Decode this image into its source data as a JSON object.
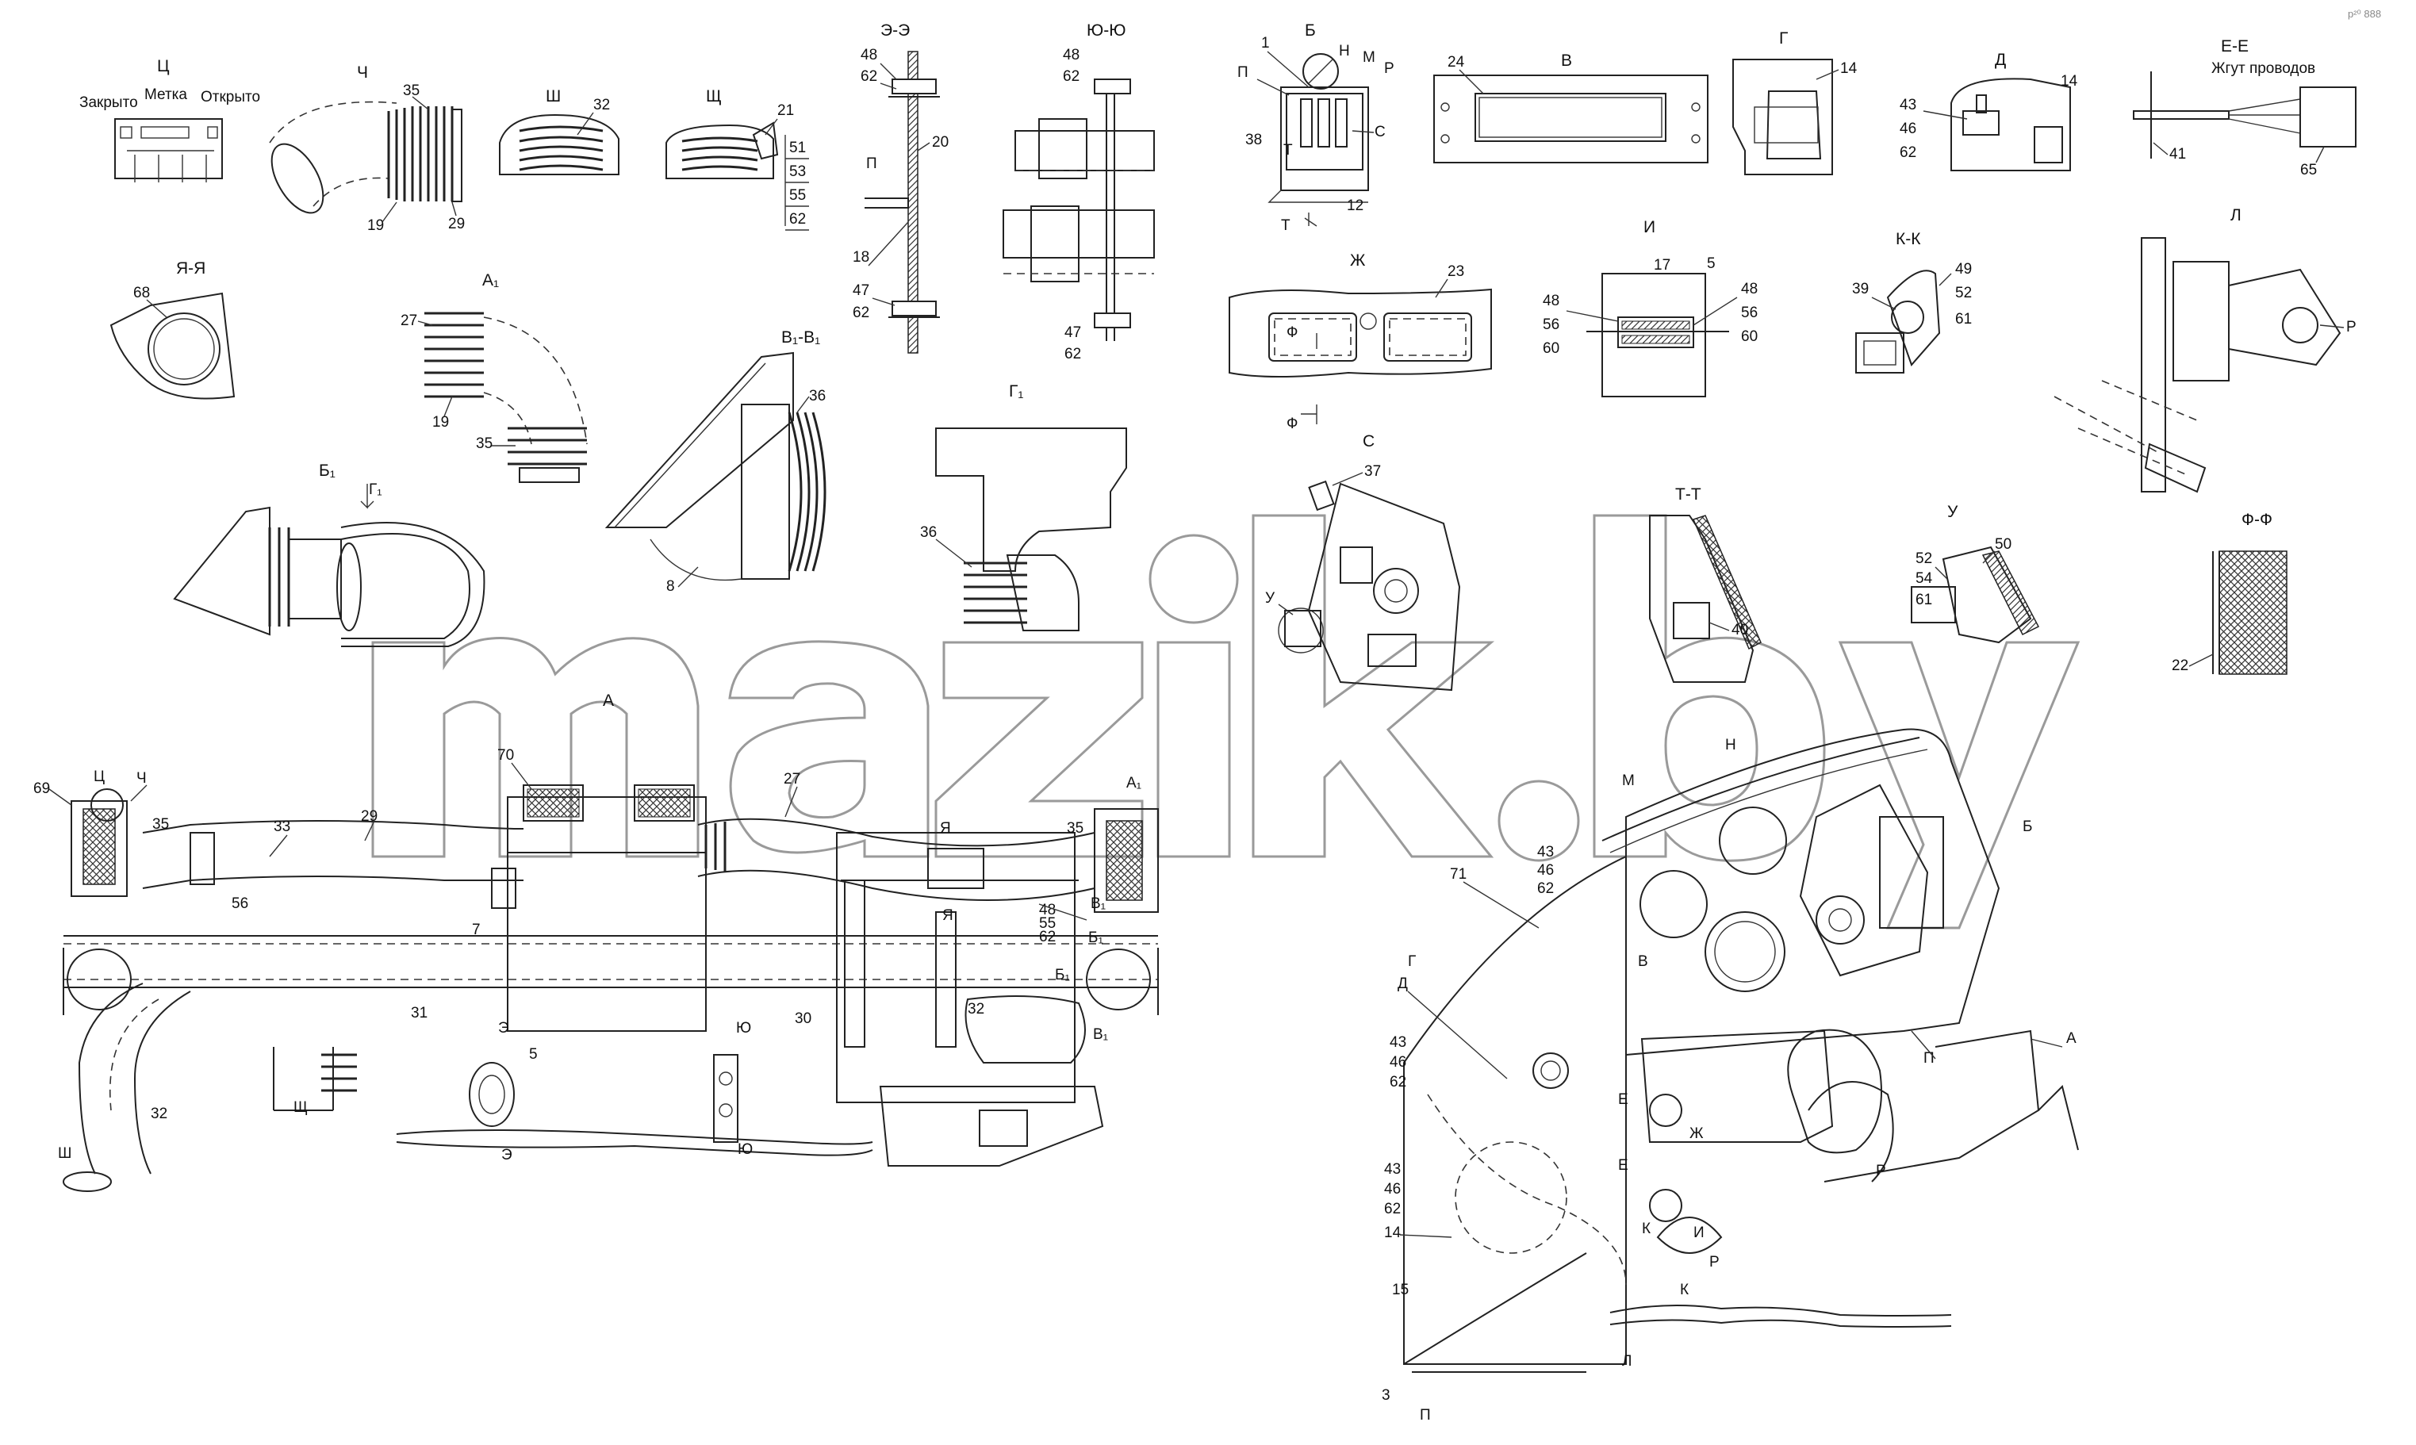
{
  "views": {
    "tse": {
      "title": "Ц",
      "closed": "Закрыто",
      "mark": "Метка",
      "open": "Открыто"
    },
    "che": {
      "title": "Ч",
      "labels": [
        "35",
        "19",
        "29"
      ]
    },
    "sha": {
      "title": "Ш",
      "labels": [
        "32"
      ]
    },
    "shcha": {
      "title": "Щ",
      "labels": [
        "21",
        "51",
        "53",
        "55",
        "62"
      ]
    },
    "ee": {
      "title": "Э-Э",
      "labels": [
        "48",
        "62",
        "20",
        "П",
        "18",
        "47",
        "62"
      ]
    },
    "yuyu": {
      "title": "Ю-Ю",
      "labels": [
        "48",
        "62",
        "47",
        "62"
      ]
    },
    "b": {
      "title": "Б",
      "labels": [
        "1",
        "Н",
        "М",
        "П",
        "Р",
        "38",
        "С",
        "Т",
        "12",
        "Т"
      ]
    },
    "v": {
      "title": "В",
      "labels": [
        "24"
      ]
    },
    "g": {
      "title": "Г",
      "labels": [
        "14"
      ]
    },
    "d": {
      "title": "Д",
      "labels": [
        "14",
        "43",
        "46",
        "62"
      ]
    },
    "ee2": {
      "title": "Е-Е",
      "subtitle": "Жгут проводов",
      "labels": [
        "41",
        "65"
      ]
    },
    "yaya": {
      "title": "Я-Я",
      "labels": [
        "68"
      ]
    },
    "a1": {
      "title": "А₁",
      "labels": [
        "27",
        "19",
        "35"
      ]
    },
    "v1v1": {
      "title": "В₁-В₁",
      "labels": [
        "36",
        "8"
      ]
    },
    "zh": {
      "title": "Ж",
      "labels": [
        "23",
        "Ф",
        "Ф"
      ]
    },
    "i": {
      "title": "И",
      "labels": [
        "17",
        "5",
        "48",
        "56",
        "60",
        "48",
        "56",
        "60"
      ]
    },
    "kk": {
      "title": "К-К",
      "labels": [
        "39",
        "49",
        "52",
        "61"
      ]
    },
    "l": {
      "title": "Л",
      "labels": [
        "Р"
      ]
    },
    "b1": {
      "title": "Б₁",
      "g1": "Г₁"
    },
    "g1": {
      "title": "Г₁",
      "labels": [
        "36"
      ]
    },
    "s": {
      "title": "С",
      "labels": [
        "37",
        "У"
      ]
    },
    "tt": {
      "title": "Т-Т",
      "labels": [
        "40"
      ]
    },
    "u": {
      "title": "У",
      "labels": [
        "50",
        "52",
        "54",
        "61"
      ]
    },
    "ff": {
      "title": "Ф-Ф",
      "labels": [
        "22"
      ]
    }
  },
  "main": {
    "title": "А",
    "labels": [
      "69",
      "Ц",
      "Ч",
      "35",
      "33",
      "29",
      "70",
      "27",
      "56",
      "7",
      "31",
      "32",
      "Щ",
      "Ш",
      "Э",
      "5",
      "Ю",
      "30",
      "Я",
      "Я",
      "35",
      "А₁",
      "48",
      "55",
      "62",
      "Б₁",
      "Б₁",
      "32",
      "В₁",
      "В₁",
      "Э",
      "Ю"
    ]
  },
  "right": {
    "labels": [
      "М",
      "Н",
      "Б",
      "43",
      "46",
      "62",
      "71",
      "В",
      "Г",
      "Д",
      "43",
      "46",
      "62",
      "П",
      "А",
      "Р",
      "Е",
      "Ж",
      "Е",
      "43",
      "46",
      "62",
      "14",
      "И",
      "К",
      "Р",
      "К",
      "15",
      "Л",
      "3",
      "П"
    ]
  },
  "watermark": "mazik.by",
  "corner_note": "p²⁰ 888"
}
